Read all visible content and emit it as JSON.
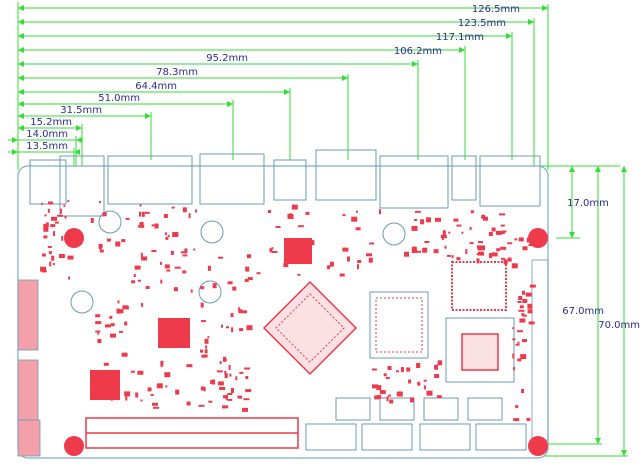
{
  "horizontal_dimensions": [
    {
      "label": "126.5mm"
    },
    {
      "label": "123.5mm"
    },
    {
      "label": "117.1mm"
    },
    {
      "label": "106.2mm"
    },
    {
      "label": "95.2mm"
    },
    {
      "label": "78.3mm"
    },
    {
      "label": "64.4mm"
    },
    {
      "label": "51.0mm"
    },
    {
      "label": "31.5mm"
    },
    {
      "label": "15.2mm"
    },
    {
      "label": "14.0mm"
    },
    {
      "label": "13.5mm"
    }
  ],
  "vertical_dimensions": [
    {
      "label": "17.0mm"
    },
    {
      "label": "67.0mm"
    },
    {
      "label": "70.0mm"
    }
  ],
  "colors": {
    "dimension_line": "#33dd33",
    "dimension_text": "#2a2a9a",
    "pad": "#ee3a4a",
    "silkscreen": "#6a9ab8",
    "board_outline": "#7ab0c8"
  }
}
